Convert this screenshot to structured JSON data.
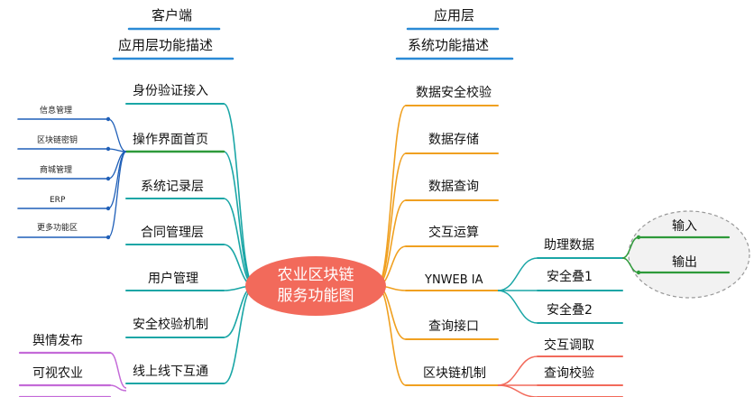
{
  "headers": {
    "left_top": "客户端",
    "left_bottom": "应用层功能描述",
    "right_top": "应用层",
    "right_bottom": "系统功能描述"
  },
  "center": {
    "line1": "农业区块链",
    "line2": "服务功能图"
  },
  "left_branches": [
    "身份验证接入",
    "操作界面首页",
    "系统记录层",
    "合同管理层",
    "用户管理",
    "安全校验机制",
    "线上线下互通"
  ],
  "left_sub_items": [
    "信息管理",
    "区块链密钥",
    "商城管理",
    "ERP",
    "更多功能区"
  ],
  "left_bottom_items": [
    "舆情发布",
    "可视农业"
  ],
  "right_branches": [
    "数据安全校验",
    "数据存储",
    "数据查询",
    "交互运算",
    "YNWEB IA",
    "查询接口",
    "区块链机制"
  ],
  "ynweb_sub_items": [
    "助理数据",
    "安全叠1",
    "安全叠2"
  ],
  "blockchain_sub_items": [
    "交互调取",
    "查询校验"
  ],
  "assistant_outputs": [
    "输入",
    "输出"
  ],
  "colors": {
    "header_line": "#2a8ad6",
    "center_fill": "#f26a5b",
    "left_branch": "#1aa6a6",
    "left_sub": "#1f5fb8",
    "left_bottom": "#c46ad8",
    "right_branch": "#f0a020",
    "ynweb_sub": "#1aa6a6",
    "blockchain_sub": "#f26a5b",
    "output_line": "#2e9a3a"
  }
}
